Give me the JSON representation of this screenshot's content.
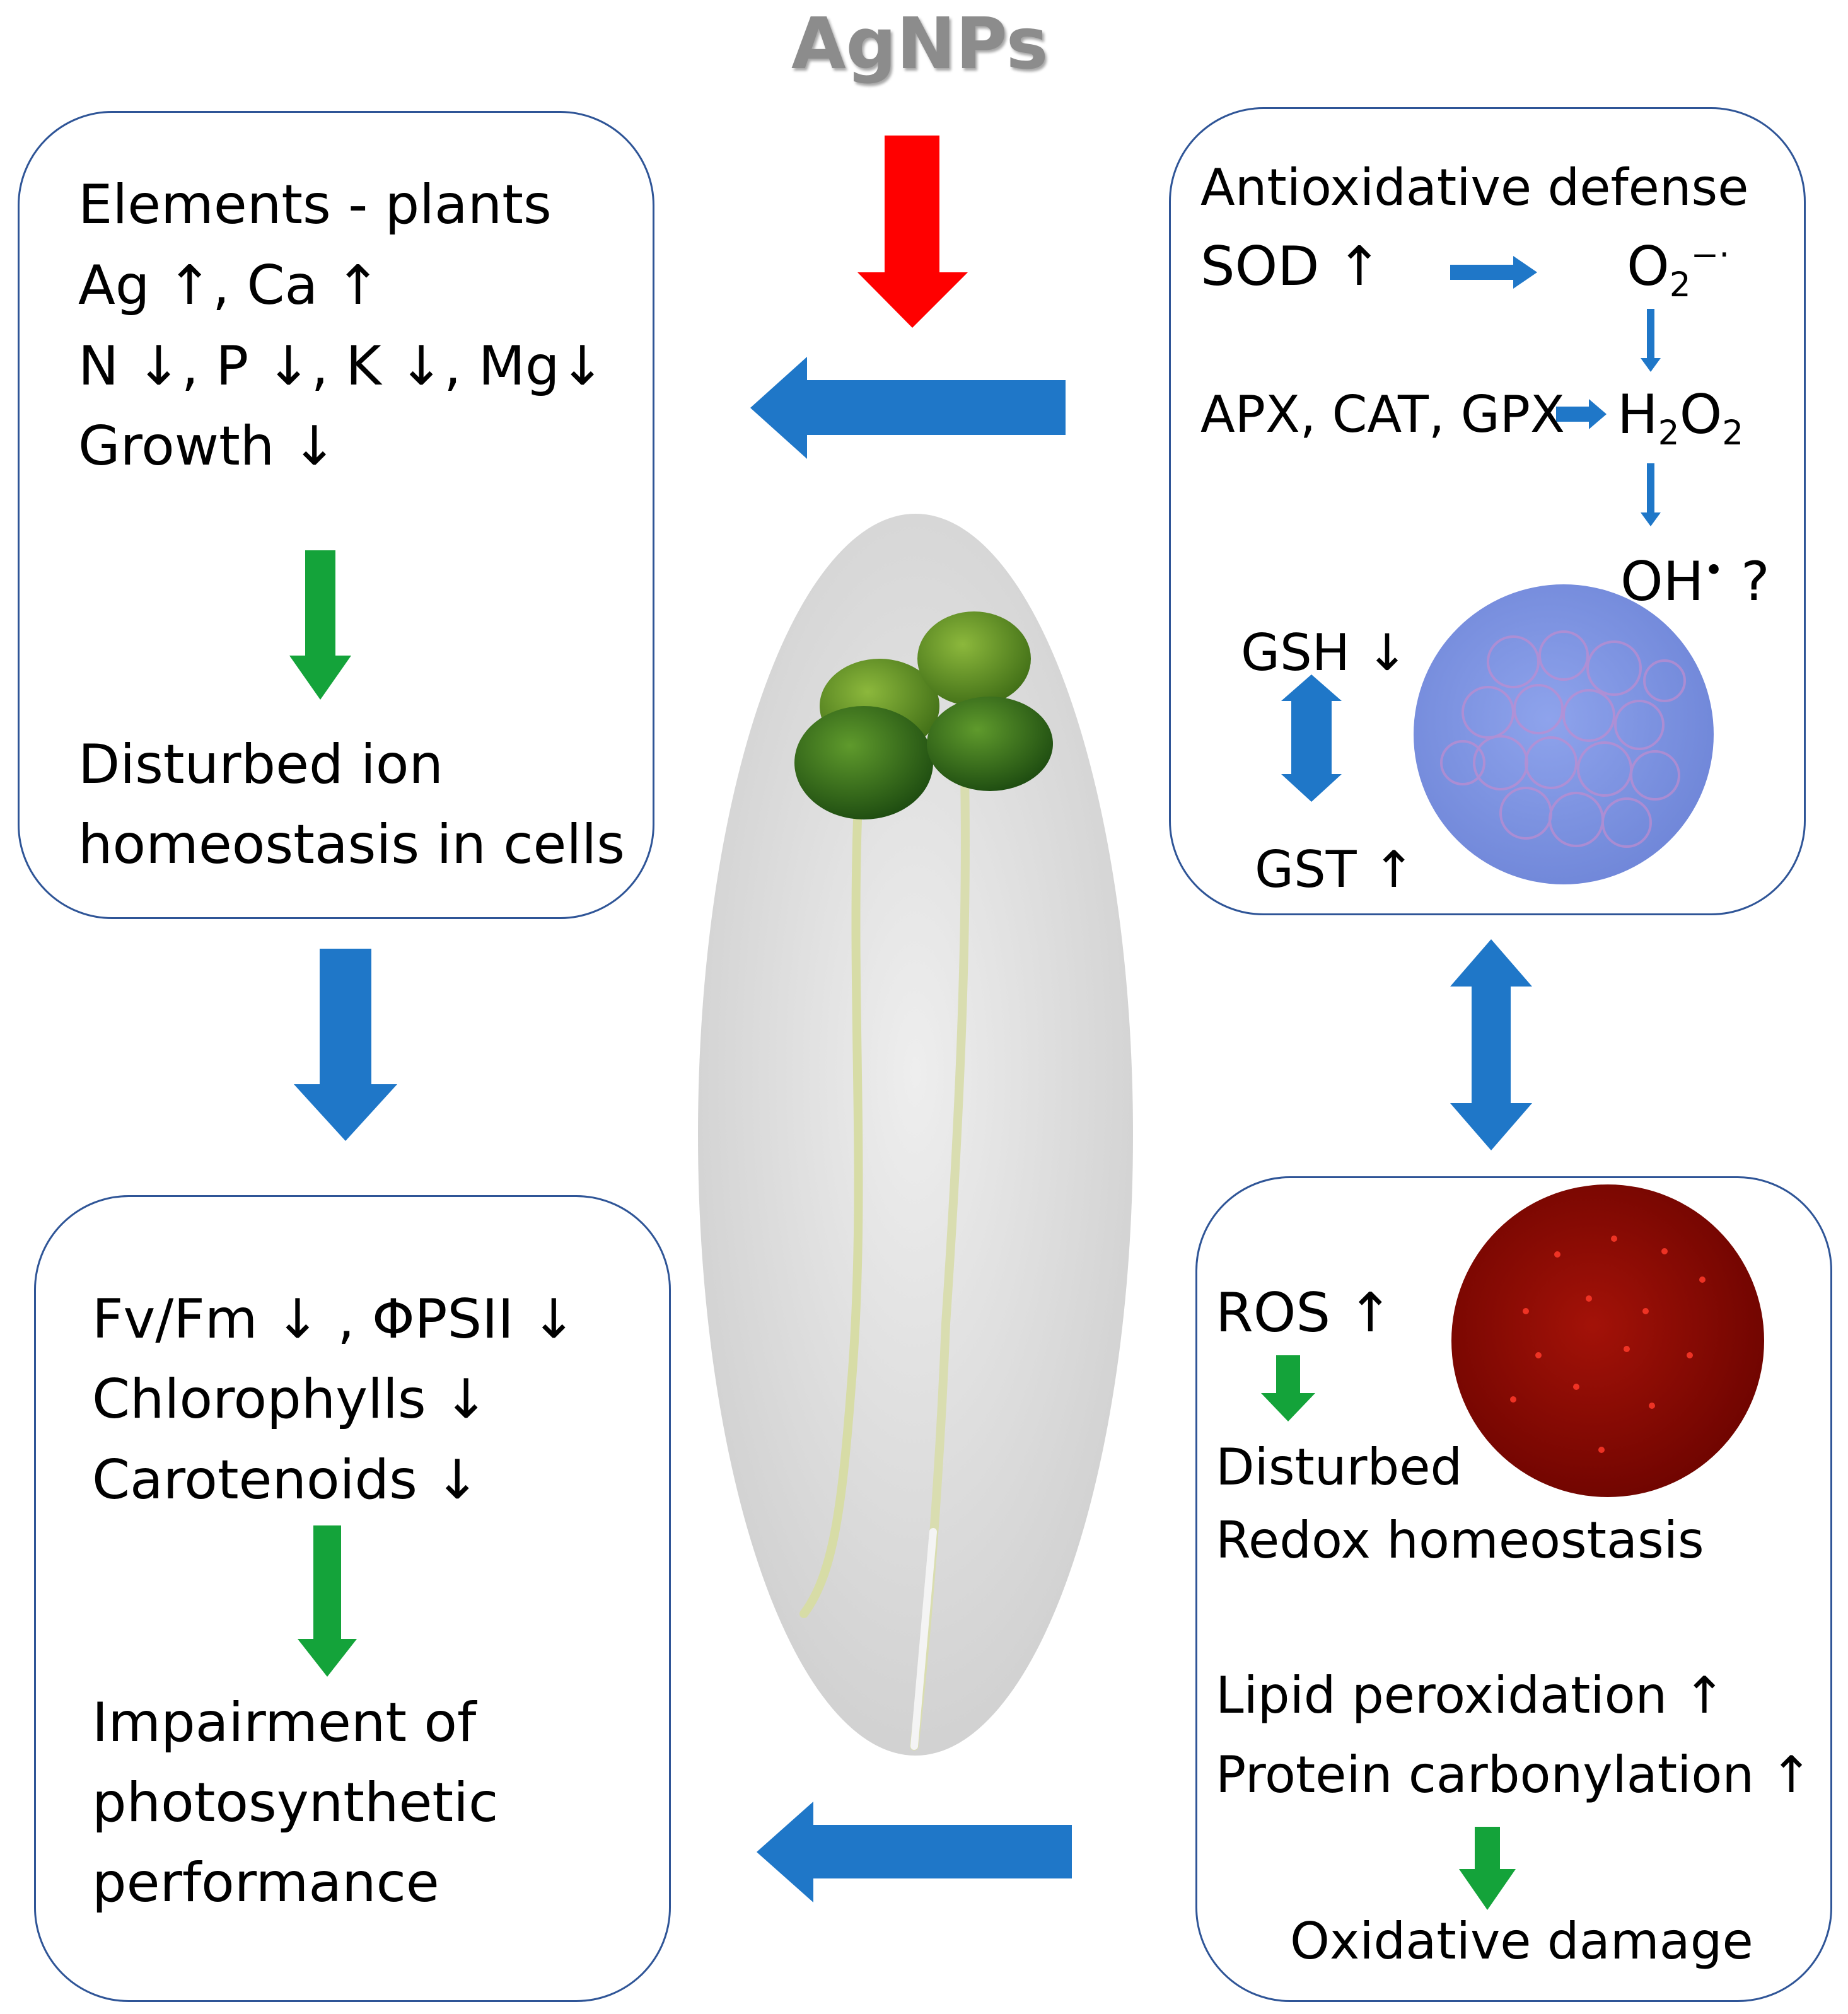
{
  "title": "AgNPs",
  "top_left": {
    "heading": "Elements - plants",
    "line1": "Ag ↑, Ca ↑",
    "line2": "N ↓, P ↓, K ↓, Mg↓",
    "line3": "Growth ↓",
    "result_line1": "Disturbed ion",
    "result_line2": "homeostasis in cells"
  },
  "bottom_left": {
    "line1": "Fv/Fm ↓ , ΦPSII ↓",
    "line2": "Chlorophylls ↓",
    "line3": "Carotenoids ↓",
    "result_line1": "Impairment of",
    "result_line2": "photosynthetic",
    "result_line3": "performance"
  },
  "top_right": {
    "heading": "Antioxidative defense",
    "sod": "SOD ↑",
    "superoxide_base": "O",
    "superoxide_sub": "2",
    "superoxide_sup": "−·",
    "enzymes": "APX, CAT, GPX",
    "peroxide_h": "H",
    "peroxide_sub1": "2",
    "peroxide_o": "O",
    "peroxide_sub2": "2",
    "hydroxyl_base": "OH",
    "hydroxyl_dot": "•",
    "hydroxyl_q": "?",
    "gsh": "GSH ↓",
    "gst": "GST ↑"
  },
  "bottom_right": {
    "ros": "ROS ↑",
    "result_line1": "Disturbed",
    "result_line2": "Redox homeostasis",
    "lipid": "Lipid peroxidation ↑",
    "protein": "Protein carbonylation ↑",
    "damage": "Oxidative damage"
  },
  "colors": {
    "box_border": "#2f5597",
    "arrow_blue": "#1f77c8",
    "arrow_green": "#14a33a",
    "arrow_red": "#ff0000",
    "title_gray": "#8c8c8c"
  }
}
